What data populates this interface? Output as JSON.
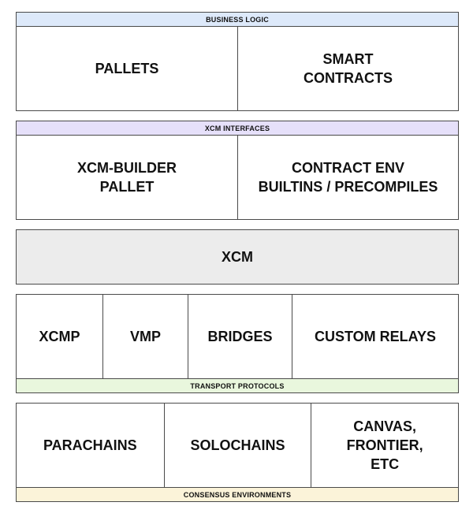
{
  "business_logic": {
    "header": "BUSINESS LOGIC",
    "cells": [
      "PALLETS",
      "SMART\nCONTRACTS"
    ]
  },
  "xcm_interfaces": {
    "header": "XCM INTERFACES",
    "cells": [
      "XCM-BUILDER\nPALLET",
      "CONTRACT ENV\nBUILTINS / PRECOMPILES"
    ]
  },
  "xcm": {
    "label": "XCM"
  },
  "transport_protocols": {
    "footer": "TRANSPORT PROTOCOLS",
    "cells": [
      "XCMP",
      "VMP",
      "BRIDGES",
      "CUSTOM RELAYS"
    ]
  },
  "consensus_environments": {
    "footer": "CONSENSUS ENVIRONMENTS",
    "cells": [
      "PARACHAINS",
      "SOLOCHAINS",
      "CANVAS,\nFRONTIER,\nETC"
    ]
  },
  "colors": {
    "business_logic_strip": "#dde9fa",
    "xcm_interfaces_strip": "#e6e0fa",
    "xcm_fill": "#ececec",
    "transport_strip": "#e9f7dd",
    "consensus_strip": "#fbf3d9",
    "border": "#4a4a4a"
  }
}
